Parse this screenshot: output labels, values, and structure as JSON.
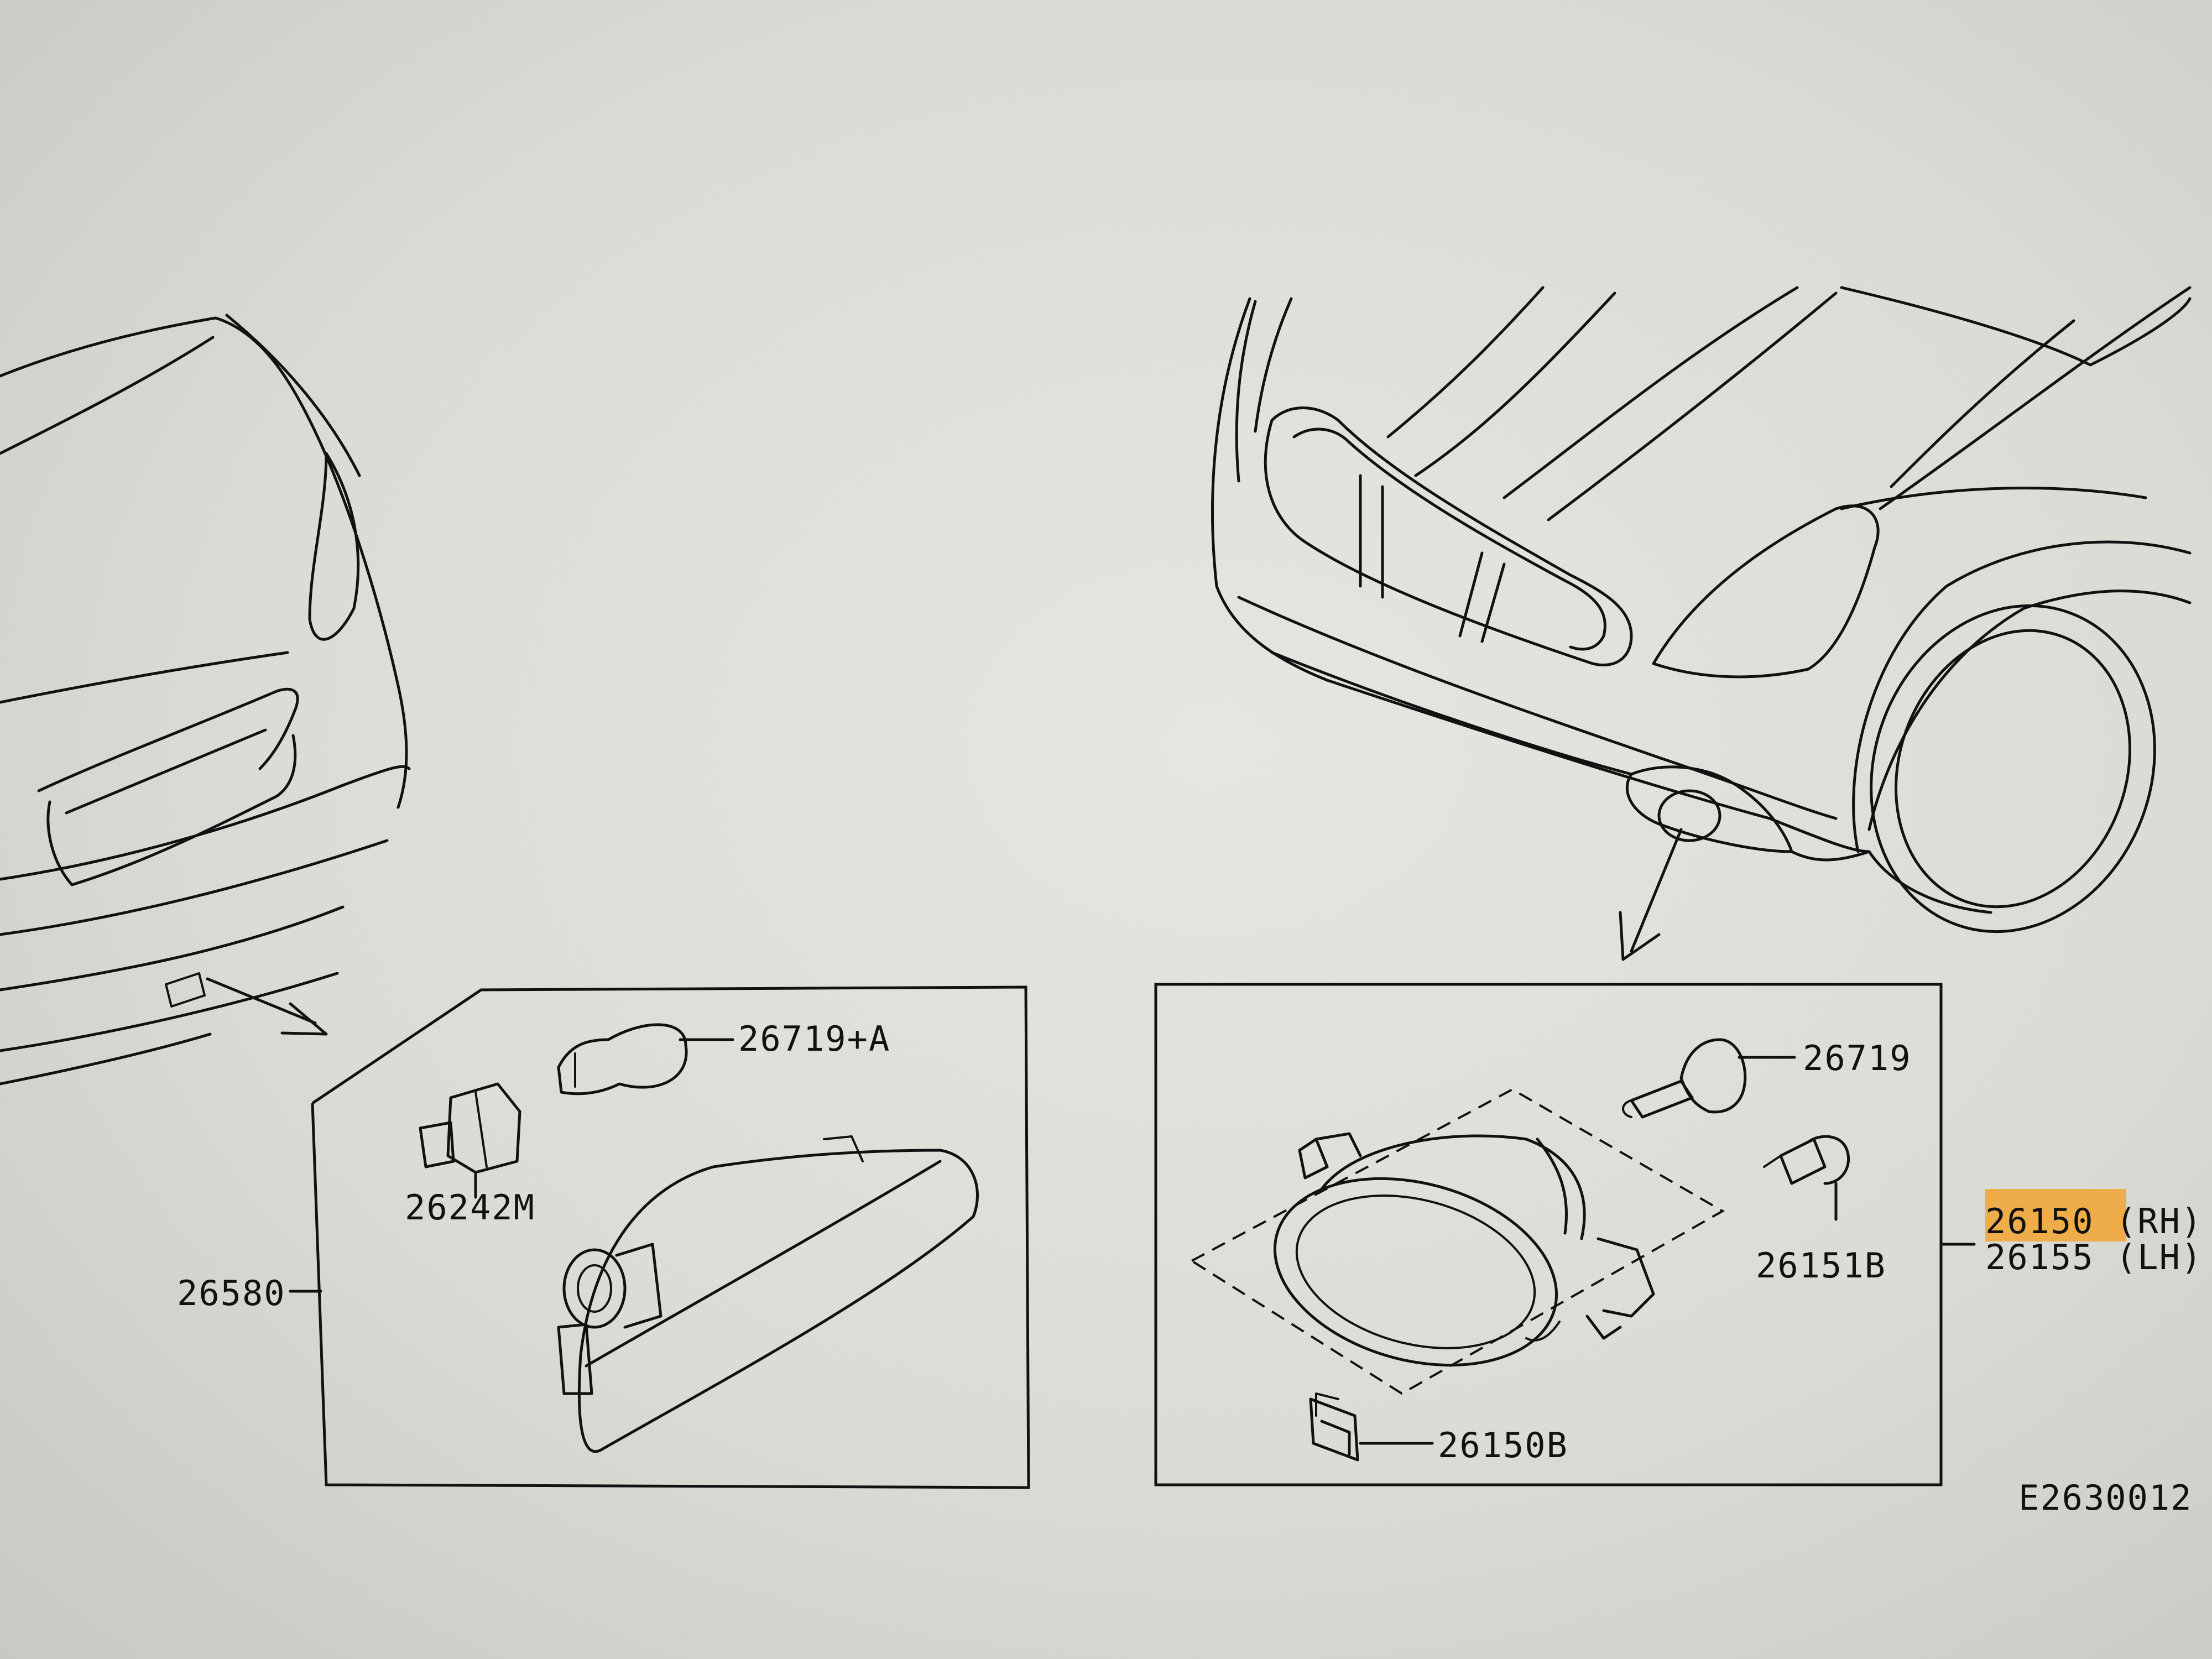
{
  "diagram": {
    "parts": [
      {
        "id": "bulb-rear",
        "label": "26719+A"
      },
      {
        "id": "socket-rear",
        "label": "26242M"
      },
      {
        "id": "rear-lamp",
        "label": "26580"
      },
      {
        "id": "bulb-front",
        "label": "26719"
      },
      {
        "id": "screw",
        "label": "26151B"
      },
      {
        "id": "fog-rh",
        "label": "26150 (RH)",
        "highlighted": true
      },
      {
        "id": "fog-lh",
        "label": "26155 (LH)"
      },
      {
        "id": "clip",
        "label": "26150B"
      }
    ],
    "figure_code": "E2630012"
  },
  "colors": {
    "highlight": "#f2a531",
    "line": "#111111"
  }
}
